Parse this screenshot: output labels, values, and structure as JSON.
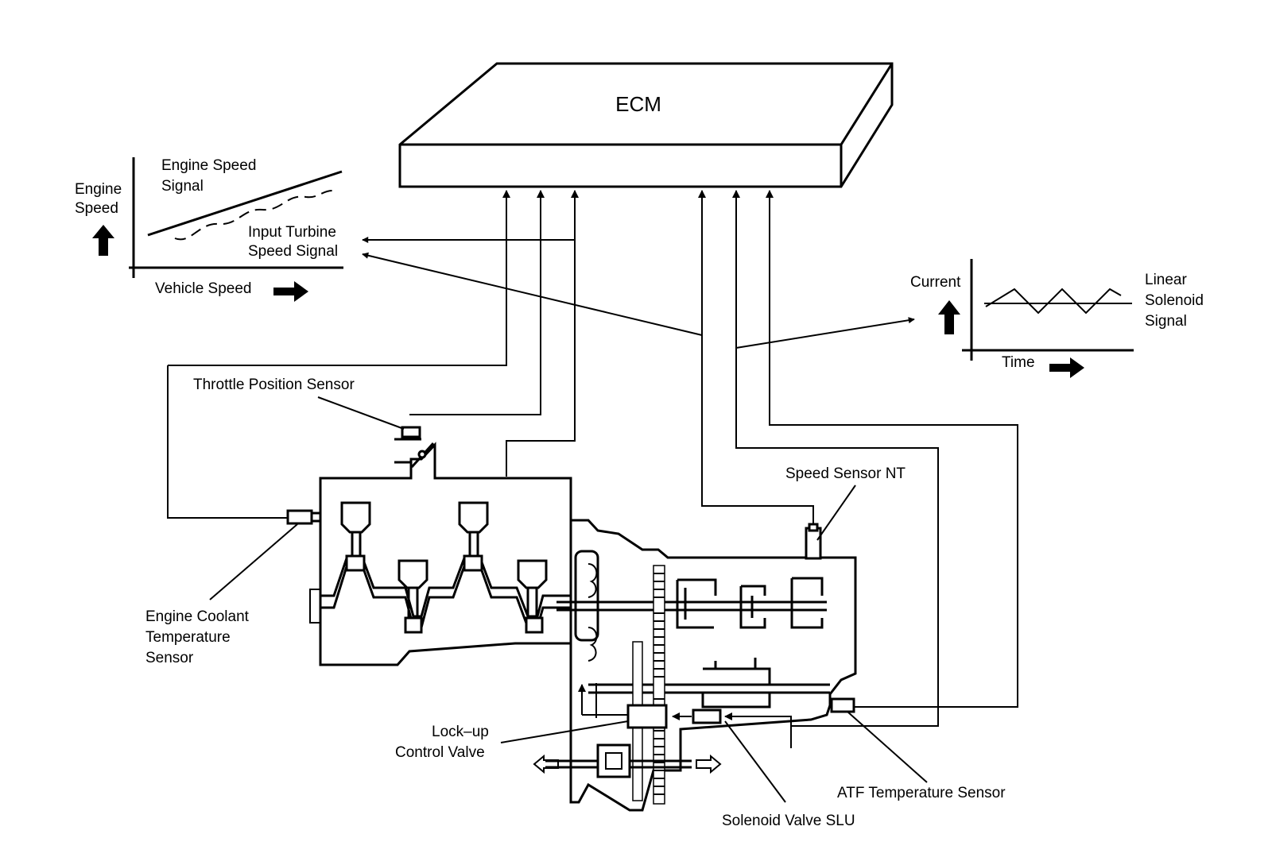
{
  "ecm": {
    "label": "ECM"
  },
  "engine_graph": {
    "y_label_1": "Engine",
    "y_label_2": "Speed",
    "x_label": "Vehicle Speed",
    "engine_signal_1": "Engine Speed",
    "engine_signal_2": "Signal",
    "turbine_signal_1": "Input Turbine",
    "turbine_signal_2": "Speed Signal"
  },
  "solenoid_graph": {
    "y_label": "Current",
    "x_label": "Time",
    "signal_1": "Linear",
    "signal_2": "Solenoid",
    "signal_3": "Signal"
  },
  "components": {
    "throttle": "Throttle Position Sensor",
    "coolant_1": "Engine Coolant",
    "coolant_2": "Temperature",
    "coolant_3": "Sensor",
    "speed_sensor": "Speed Sensor NT",
    "lockup_1": "Lock–up",
    "lockup_2": "Control Valve",
    "atf_sensor": "ATF Temperature Sensor",
    "slu": "Solenoid Valve SLU"
  }
}
